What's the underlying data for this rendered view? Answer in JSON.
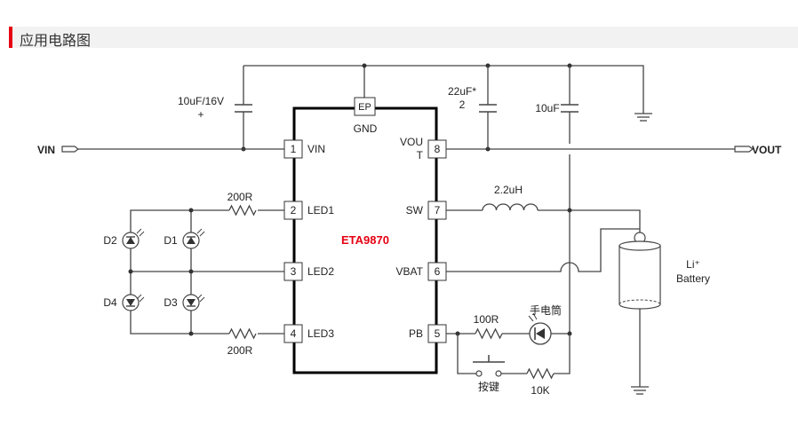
{
  "header": {
    "title": "应用电路图"
  },
  "chip": {
    "name": "ETA9870",
    "ep": "EP",
    "gnd": "GND",
    "left_pins": [
      {
        "num": "1",
        "label": "VIN"
      },
      {
        "num": "2",
        "label": "LED1"
      },
      {
        "num": "3",
        "label": "LED2"
      },
      {
        "num": "4",
        "label": "LED3"
      }
    ],
    "right_pins": [
      {
        "num": "8",
        "label_line1": "VOU",
        "label_line2": "T"
      },
      {
        "num": "7",
        "label_line1": "SW",
        "label_line2": ""
      },
      {
        "num": "6",
        "label_line1": "VBAT",
        "label_line2": ""
      },
      {
        "num": "5",
        "label_line1": "PB",
        "label_line2": ""
      }
    ]
  },
  "components": {
    "cap_in_value": "10uF/16V",
    "cap_in_plus": "+",
    "cap_out1_value": "22uF*",
    "cap_out1_count": "2",
    "cap_out2_value": "10uF",
    "inductor": "2.2uH",
    "r_led1": "200R",
    "r_led3": "200R",
    "r_pb": "100R",
    "r_btn": "10K",
    "flashlight": "手电筒",
    "button": "按键",
    "battery_line1": "Li⁺",
    "battery_line2": "Battery",
    "leds": [
      "D1",
      "D2",
      "D3",
      "D4"
    ]
  },
  "nets": {
    "vin": "VIN",
    "vout": "VOUT"
  },
  "colors": {
    "accent": "#e60012",
    "chip_name": "#e60012"
  }
}
